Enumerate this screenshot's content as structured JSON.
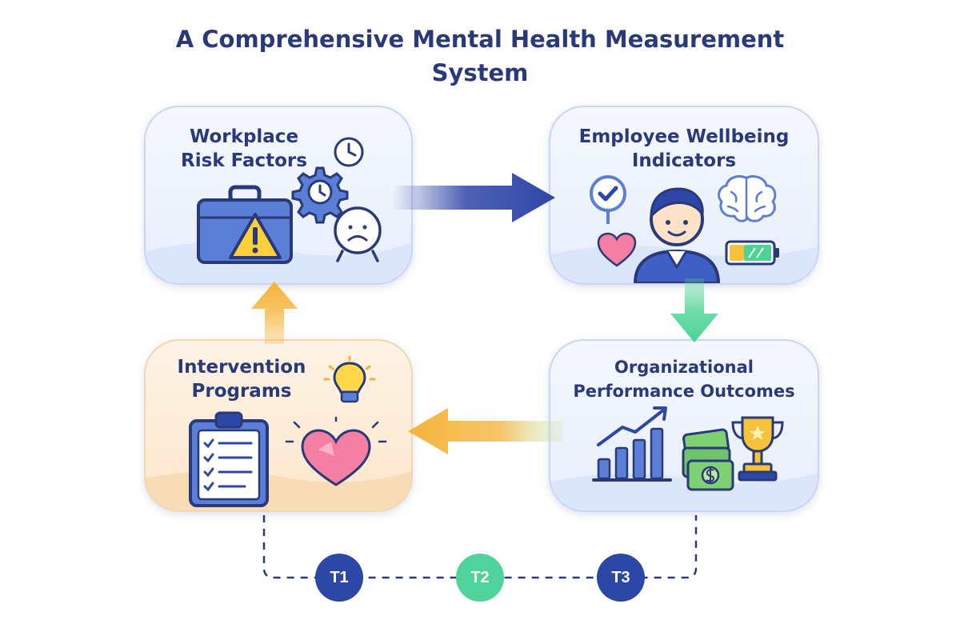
{
  "title": "A Comprehensive Mental Health Measurement System",
  "panels": {
    "risk": {
      "title": "Workplace\nRisk Factors"
    },
    "wellbeing": {
      "title": "Employee Wellbeing\nIndicators"
    },
    "performance": {
      "title": "Organizational\nPerformance Outcomes"
    },
    "intervention": {
      "title": "Intervention\nPrograms"
    }
  },
  "timeline": {
    "points": [
      "T1",
      "T2",
      "T3"
    ],
    "colors": [
      "#2d47a6",
      "#4fd39b",
      "#2d47a6"
    ]
  },
  "colors": {
    "heading": "#2a3a78",
    "arrow_blue": "#2f46a8",
    "arrow_green": "#4dd394",
    "arrow_orange": "#f5b339"
  },
  "icons": {
    "risk": [
      "briefcase-icon",
      "warning-icon",
      "gear-clock-icon",
      "clock-icon",
      "sad-clock-icon"
    ],
    "wellbeing": [
      "checkmark-icon",
      "person-icon",
      "brain-icon",
      "heart-icon",
      "battery-icon"
    ],
    "performance": [
      "bar-chart-icon",
      "money-icon",
      "trophy-icon"
    ],
    "intervention": [
      "lightbulb-icon",
      "clipboard-icon",
      "heart-icon"
    ]
  }
}
